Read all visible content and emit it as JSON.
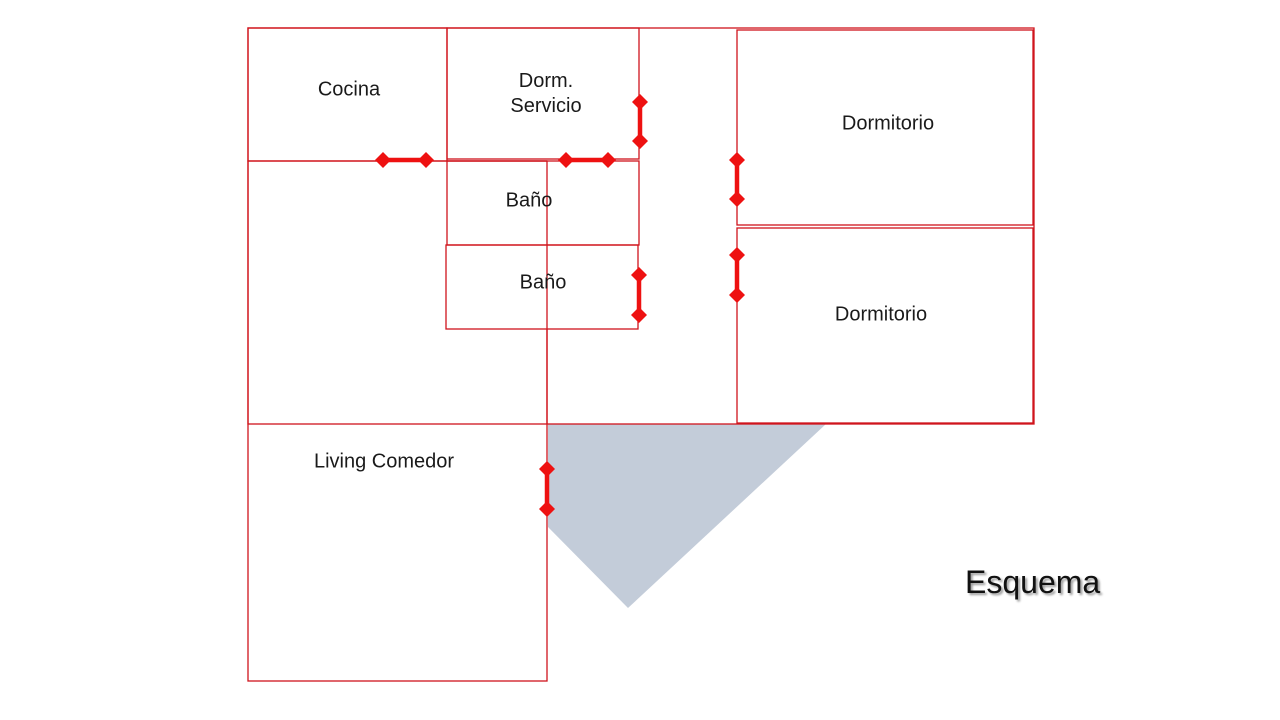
{
  "title": "Esquema",
  "colors": {
    "walls": "#d0141c",
    "doors": "#ee1111",
    "terrace": "#c3ccd9",
    "text": "#1a1a1a"
  },
  "rooms": {
    "cocina": "Cocina",
    "dorm_servicio_line1": "Dorm.",
    "dorm_servicio_line2": "Servicio",
    "bano_1": "Baño",
    "bano_2": "Baño",
    "dormitorio_1": "Dormitorio",
    "dormitorio_2": "Dormitorio",
    "living": "Living Comedor"
  }
}
